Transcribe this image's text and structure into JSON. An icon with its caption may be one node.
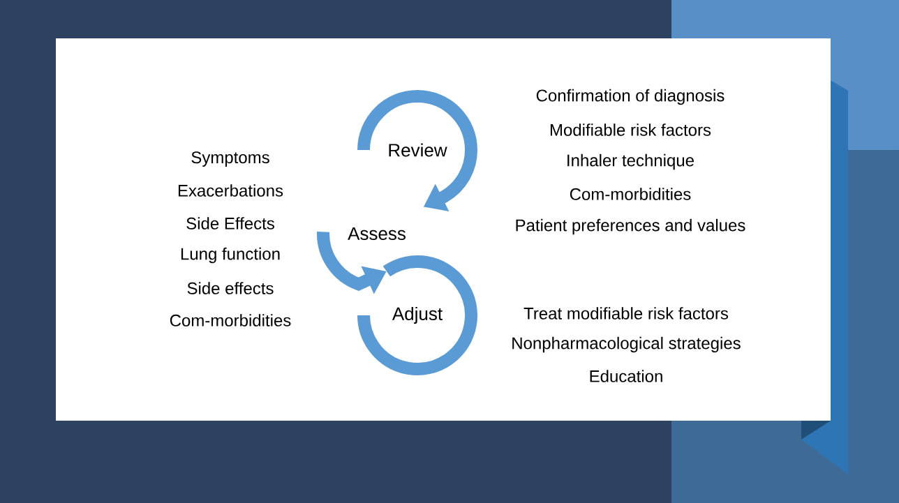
{
  "diagram": {
    "nodes": [
      {
        "text": [
          "Review"
        ]
      },
      {
        "text": [
          "Assess"
        ]
      },
      {
        "text": [
          "Adjust"
        ]
      }
    ],
    "edges": [
      {
        "from": 0,
        "to": 1,
        "arrow": "to"
      },
      {
        "from": 1,
        "to": 2,
        "arrow": "to"
      }
    ],
    "labels": [
      "Symptoms",
      "Exacerbations",
      "Side Effects",
      "Lung function",
      "Side effects",
      "Com-morbidities",
      "Confirmation of diagnosis",
      "Modifiable risk factors",
      "Inhaler technique",
      "Com-morbidities",
      "Patient preferences and values",
      "Treat modifiable risk factors",
      "Nonpharmacological strategies",
      "Education"
    ]
  }
}
